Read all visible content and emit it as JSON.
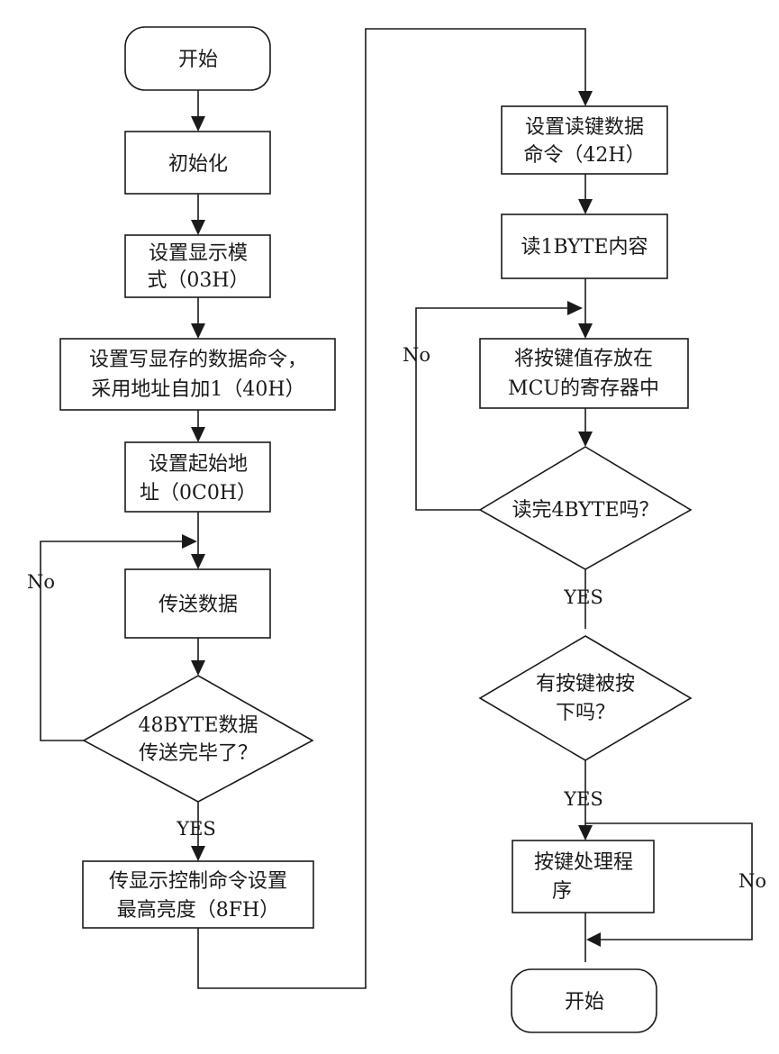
{
  "left_column": {
    "start": "开始",
    "init": "初始化",
    "set_display_mode": [
      "设置显示模",
      "式（03H）"
    ],
    "set_write_cmd": [
      "设置写显存的数据命令，",
      "采用地址自加1（40H）"
    ],
    "set_start_addr": [
      "设置起始地",
      "址（0C0H）"
    ],
    "transfer_data": "传送数据",
    "check_48byte": [
      "48BYTE数据",
      "传送完毕了？"
    ],
    "label_no": "No",
    "label_yes": "YES",
    "brightness_cmd": [
      "传显示控制命令设置",
      "最高亮度（8FH）"
    ]
  },
  "right_column": {
    "set_read_cmd": [
      "设置读键数据",
      "命令（42H）"
    ],
    "read_1byte": "读1BYTE内容",
    "store_key": [
      "将按键值存放在",
      "MCU的寄存器中"
    ],
    "check_4byte": "读完4BYTE吗？",
    "label_no_1": "No",
    "label_yes_1": "YES",
    "key_pressed": [
      "有按键被按",
      "下吗？"
    ],
    "label_yes_2": "YES",
    "key_process": [
      "按键处理程",
      "序"
    ],
    "label_no_2": "No",
    "end": "开始"
  }
}
